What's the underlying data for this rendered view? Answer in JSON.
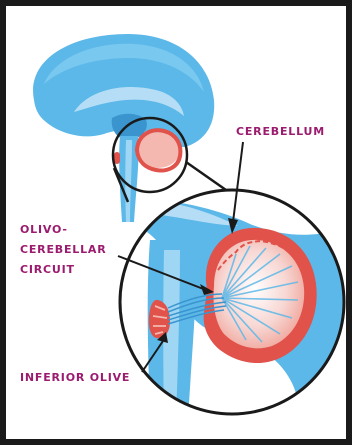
{
  "labels": {
    "cerebellum": "CEREBELLUM",
    "olivo_line1": "OLIVO-",
    "olivo_line2": "CEREBELLAR",
    "olivo_line3": "CIRCUIT",
    "inferior_olive": "INFERIOR OLIVE"
  },
  "colors": {
    "frame": "#1a1a1a",
    "brain_blue": "#5cb8e8",
    "brain_dark": "#3a95cf",
    "brain_light": "#b5def6",
    "cerebellum_red": "#e0524a",
    "cerebellum_pink": "#f4b8b0",
    "label_magenta": "#9b1b6e"
  }
}
